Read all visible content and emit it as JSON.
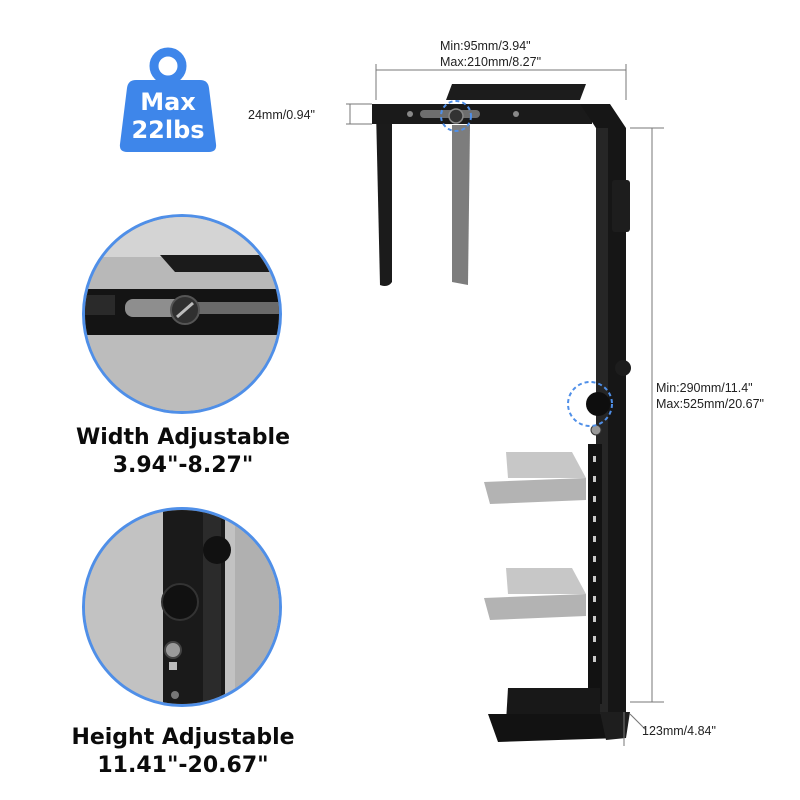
{
  "badge": {
    "line1": "Max",
    "line2": "22lbs",
    "color": "#3e86ea"
  },
  "width_feature": {
    "line1": "Width Adjustable",
    "line2": "3.94\"-8.27\""
  },
  "height_feature": {
    "line1": "Height Adjustable",
    "line2": "11.41\"-20.67\""
  },
  "dimensions": {
    "top_width_min": "Min:95mm/3.94\"",
    "top_width_max": "Max:210mm/8.27\"",
    "clamp_height": "24mm/0.94\"",
    "height_min": "Min:290mm/11.4\"",
    "height_max": "Max:525mm/20.67\"",
    "base_depth": "123mm/4.84\""
  },
  "colors": {
    "accent_blue": "#4f8fe8",
    "frame_black": "#1a1a1a"
  }
}
